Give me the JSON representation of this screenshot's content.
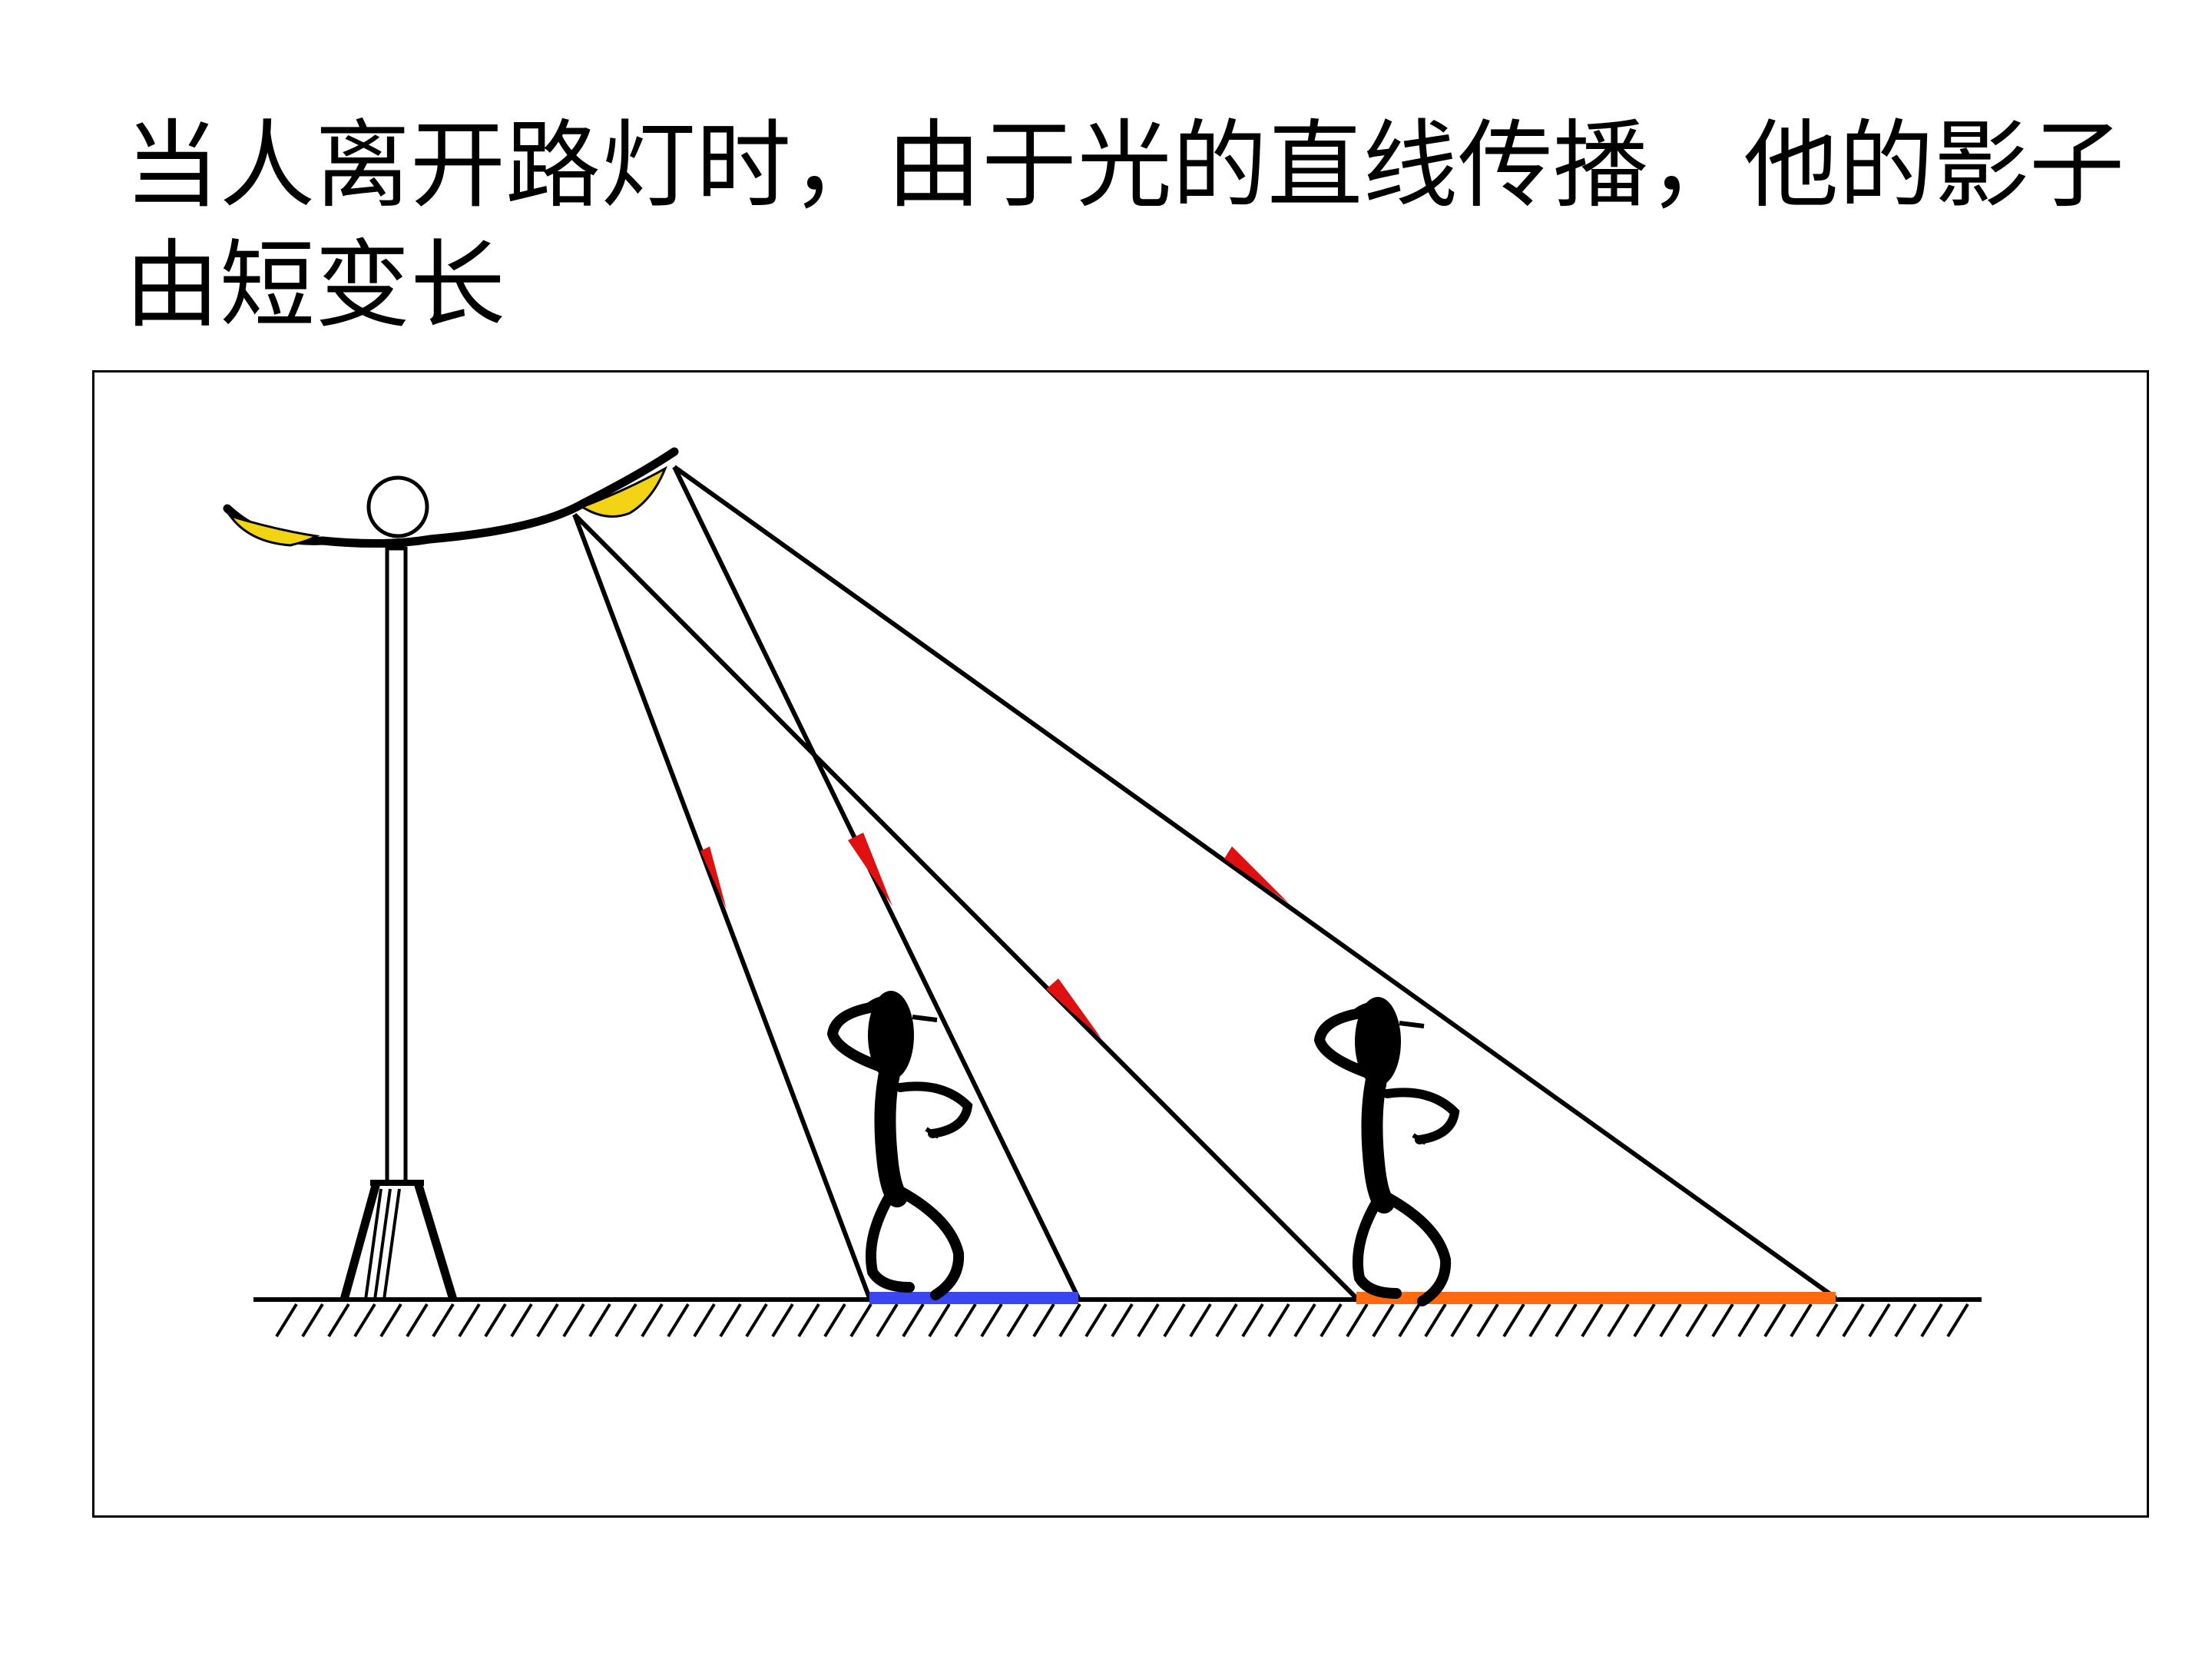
{
  "slide": {
    "title": "当人离开路灯时，由于光的直线传播，他的影子由短变长"
  },
  "diagram": {
    "elements": [
      "street-lamp",
      "person-near",
      "person-far",
      "light-rays",
      "ray-direction-arrows",
      "ground",
      "shadow-short",
      "shadow-long"
    ]
  },
  "colors": {
    "lamp_glow": "#f2d414",
    "ray": "#000000",
    "arrow": "#e01010",
    "shadow_short": "#3a46f2",
    "shadow_long": "#ff6a10",
    "person": "#000000"
  }
}
